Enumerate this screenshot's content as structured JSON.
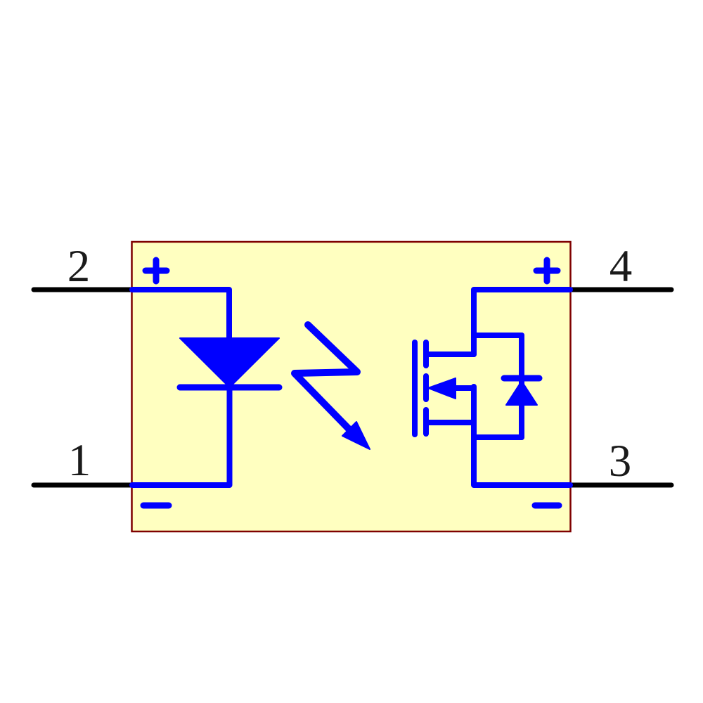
{
  "colors": {
    "blue": "#0000ff",
    "body_fill": "#ffffc0",
    "body_border": "#7f0000",
    "pin_black": "#000000",
    "label_black": "#1a1a1a"
  },
  "component": {
    "kind": "optocoupler (photo-MOSFET solid state relay) schematic symbol",
    "input_device": "LED",
    "output_device": "MOSFET with body diode",
    "coupling_symbol": "light arrow"
  },
  "pins": [
    {
      "number": "2",
      "side": "left",
      "row": "top",
      "polarity": "+"
    },
    {
      "number": "1",
      "side": "left",
      "row": "bottom",
      "polarity": "-"
    },
    {
      "number": "4",
      "side": "right",
      "row": "top",
      "polarity": "+"
    },
    {
      "number": "3",
      "side": "right",
      "row": "bottom",
      "polarity": "-"
    }
  ]
}
